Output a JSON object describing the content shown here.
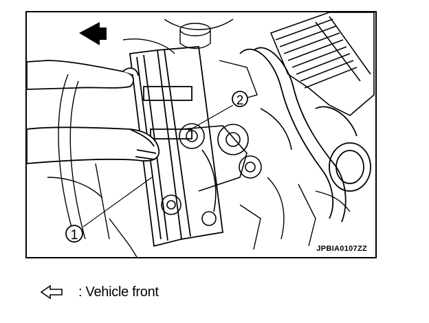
{
  "figure": {
    "callouts": [
      {
        "number": "1"
      },
      {
        "number": "2"
      }
    ],
    "code": "JPBIA0107ZZ",
    "direction_icon": "arrow-left-icon"
  },
  "legend": {
    "icon": "arrow-left-outline-icon",
    "text": ": Vehicle front"
  },
  "colors": {
    "line": "#000000",
    "background": "#ffffff"
  }
}
